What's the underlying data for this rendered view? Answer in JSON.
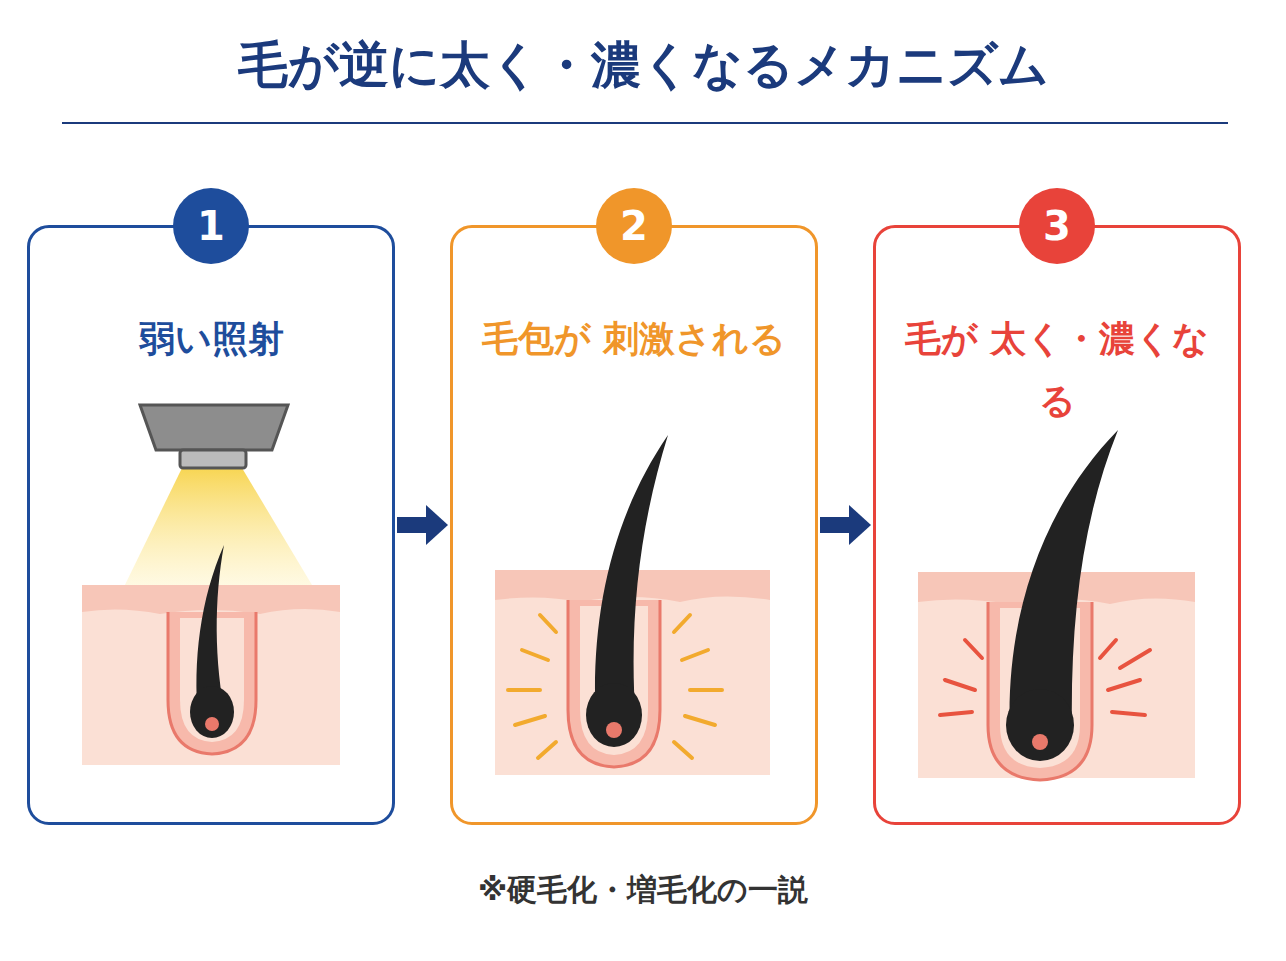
{
  "diagram": {
    "title": "毛が逆に太く・濃くなるメカニズム",
    "caption": "※硬毛化・増毛化の一説",
    "nodes": [
      {
        "text": [
          "弱い照射"
        ]
      },
      {
        "text": [
          "1"
        ],
        "in": 0
      },
      {
        "text": [
          "毛包が 刺激される"
        ]
      },
      {
        "text": [
          "2"
        ],
        "in": 2
      },
      {
        "text": [
          "毛が 太く・濃くなる"
        ]
      },
      {
        "text": [
          "3"
        ],
        "in": 4
      }
    ],
    "edges": [
      {
        "from": 0,
        "to": 2,
        "arrow": "to"
      },
      {
        "from": 2,
        "to": 4,
        "arrow": "to"
      }
    ]
  }
}
